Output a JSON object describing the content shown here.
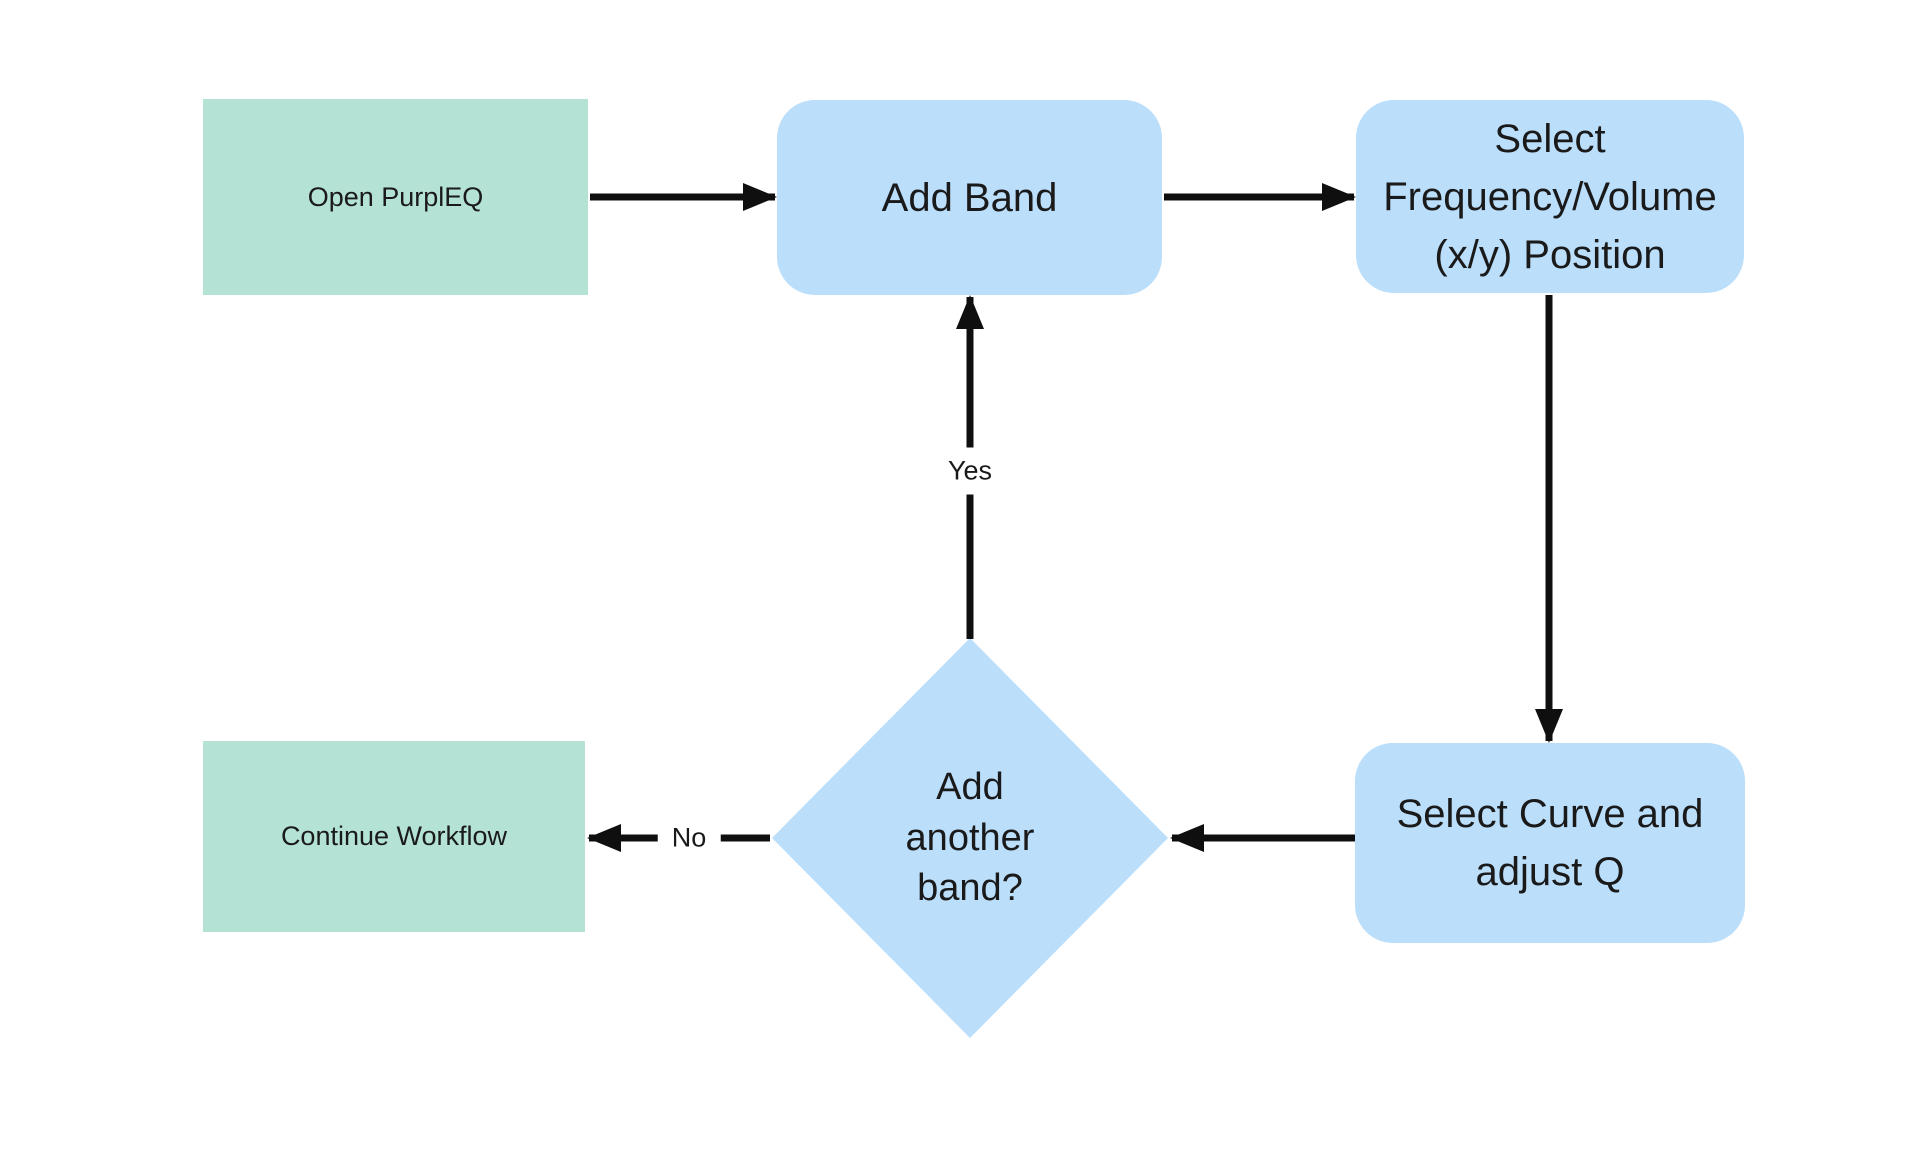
{
  "diagram": {
    "type": "flowchart",
    "background": "#ffffff",
    "arrow_color": "#0f0f0f",
    "nodes": {
      "open": {
        "label": "Open PurplEQ",
        "shape": "rectangle",
        "fill": "#b4e3d6"
      },
      "add_band": {
        "label": "Add Band",
        "shape": "rounded-rectangle",
        "fill": "#bbdefb"
      },
      "select_freq": {
        "label": "Select Frequency/Volume (x/y) Position",
        "label_lines": [
          "Select",
          "Frequency/Volume",
          "(x/y) Position"
        ],
        "shape": "rounded-rectangle",
        "fill": "#bbdefb"
      },
      "select_curve": {
        "label": "Select Curve and adjust Q",
        "label_lines": [
          "Select Curve and",
          "adjust Q"
        ],
        "shape": "rounded-rectangle",
        "fill": "#bbdefb"
      },
      "decision": {
        "label": "Add another band?",
        "label_lines": [
          "Add",
          "another",
          "band?"
        ],
        "shape": "diamond",
        "fill": "#bbdefb"
      },
      "continue": {
        "label": "Continue Workflow",
        "shape": "rectangle",
        "fill": "#b4e3d6"
      }
    },
    "edges": {
      "yes_label": "Yes",
      "no_label": "No",
      "connections": [
        {
          "from": "open",
          "to": "add_band",
          "label": ""
        },
        {
          "from": "add_band",
          "to": "select_freq",
          "label": ""
        },
        {
          "from": "select_freq",
          "to": "select_curve",
          "label": ""
        },
        {
          "from": "select_curve",
          "to": "decision",
          "label": ""
        },
        {
          "from": "decision",
          "to": "add_band",
          "label": "Yes"
        },
        {
          "from": "decision",
          "to": "continue",
          "label": "No"
        }
      ]
    }
  }
}
